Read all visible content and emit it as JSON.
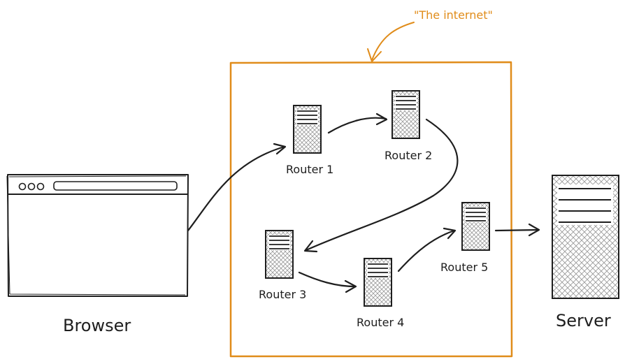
{
  "annotation": {
    "text": "\"The internet\"",
    "color": "#e08c1a"
  },
  "browser": {
    "label": "Browser"
  },
  "server": {
    "label": "Server"
  },
  "routers": [
    {
      "label": "Router 1"
    },
    {
      "label": "Router 2"
    },
    {
      "label": "Router 3"
    },
    {
      "label": "Router 4"
    },
    {
      "label": "Router 5"
    }
  ],
  "colors": {
    "stroke": "#1e1e1e",
    "internet_box": "#e08c1a",
    "hatch": "#9a9a9a"
  }
}
